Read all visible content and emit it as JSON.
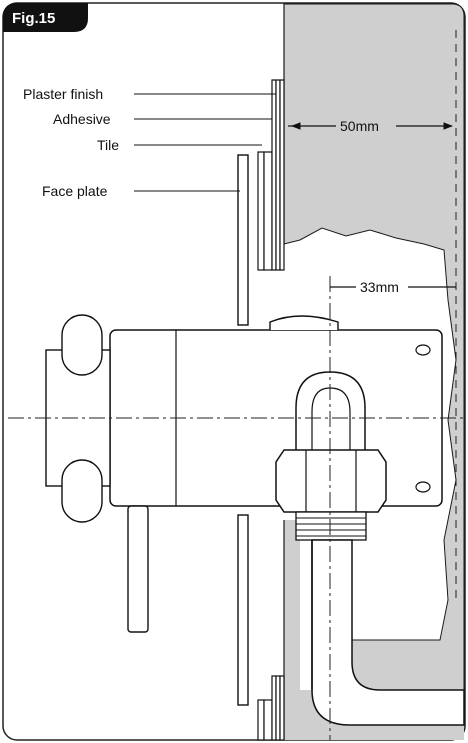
{
  "figure": {
    "label": "Fig.15"
  },
  "labels": {
    "plaster_finish": "Plaster finish",
    "adhesive": "Adhesive",
    "tile": "Tile",
    "face_plate": "Face plate"
  },
  "dimensions": {
    "wall_depth": "50mm",
    "pipe_offset": "33mm"
  },
  "colors": {
    "wall_fill": "#cfcfcf",
    "line": "#1a1a1a",
    "fig_tab": "#111111"
  }
}
